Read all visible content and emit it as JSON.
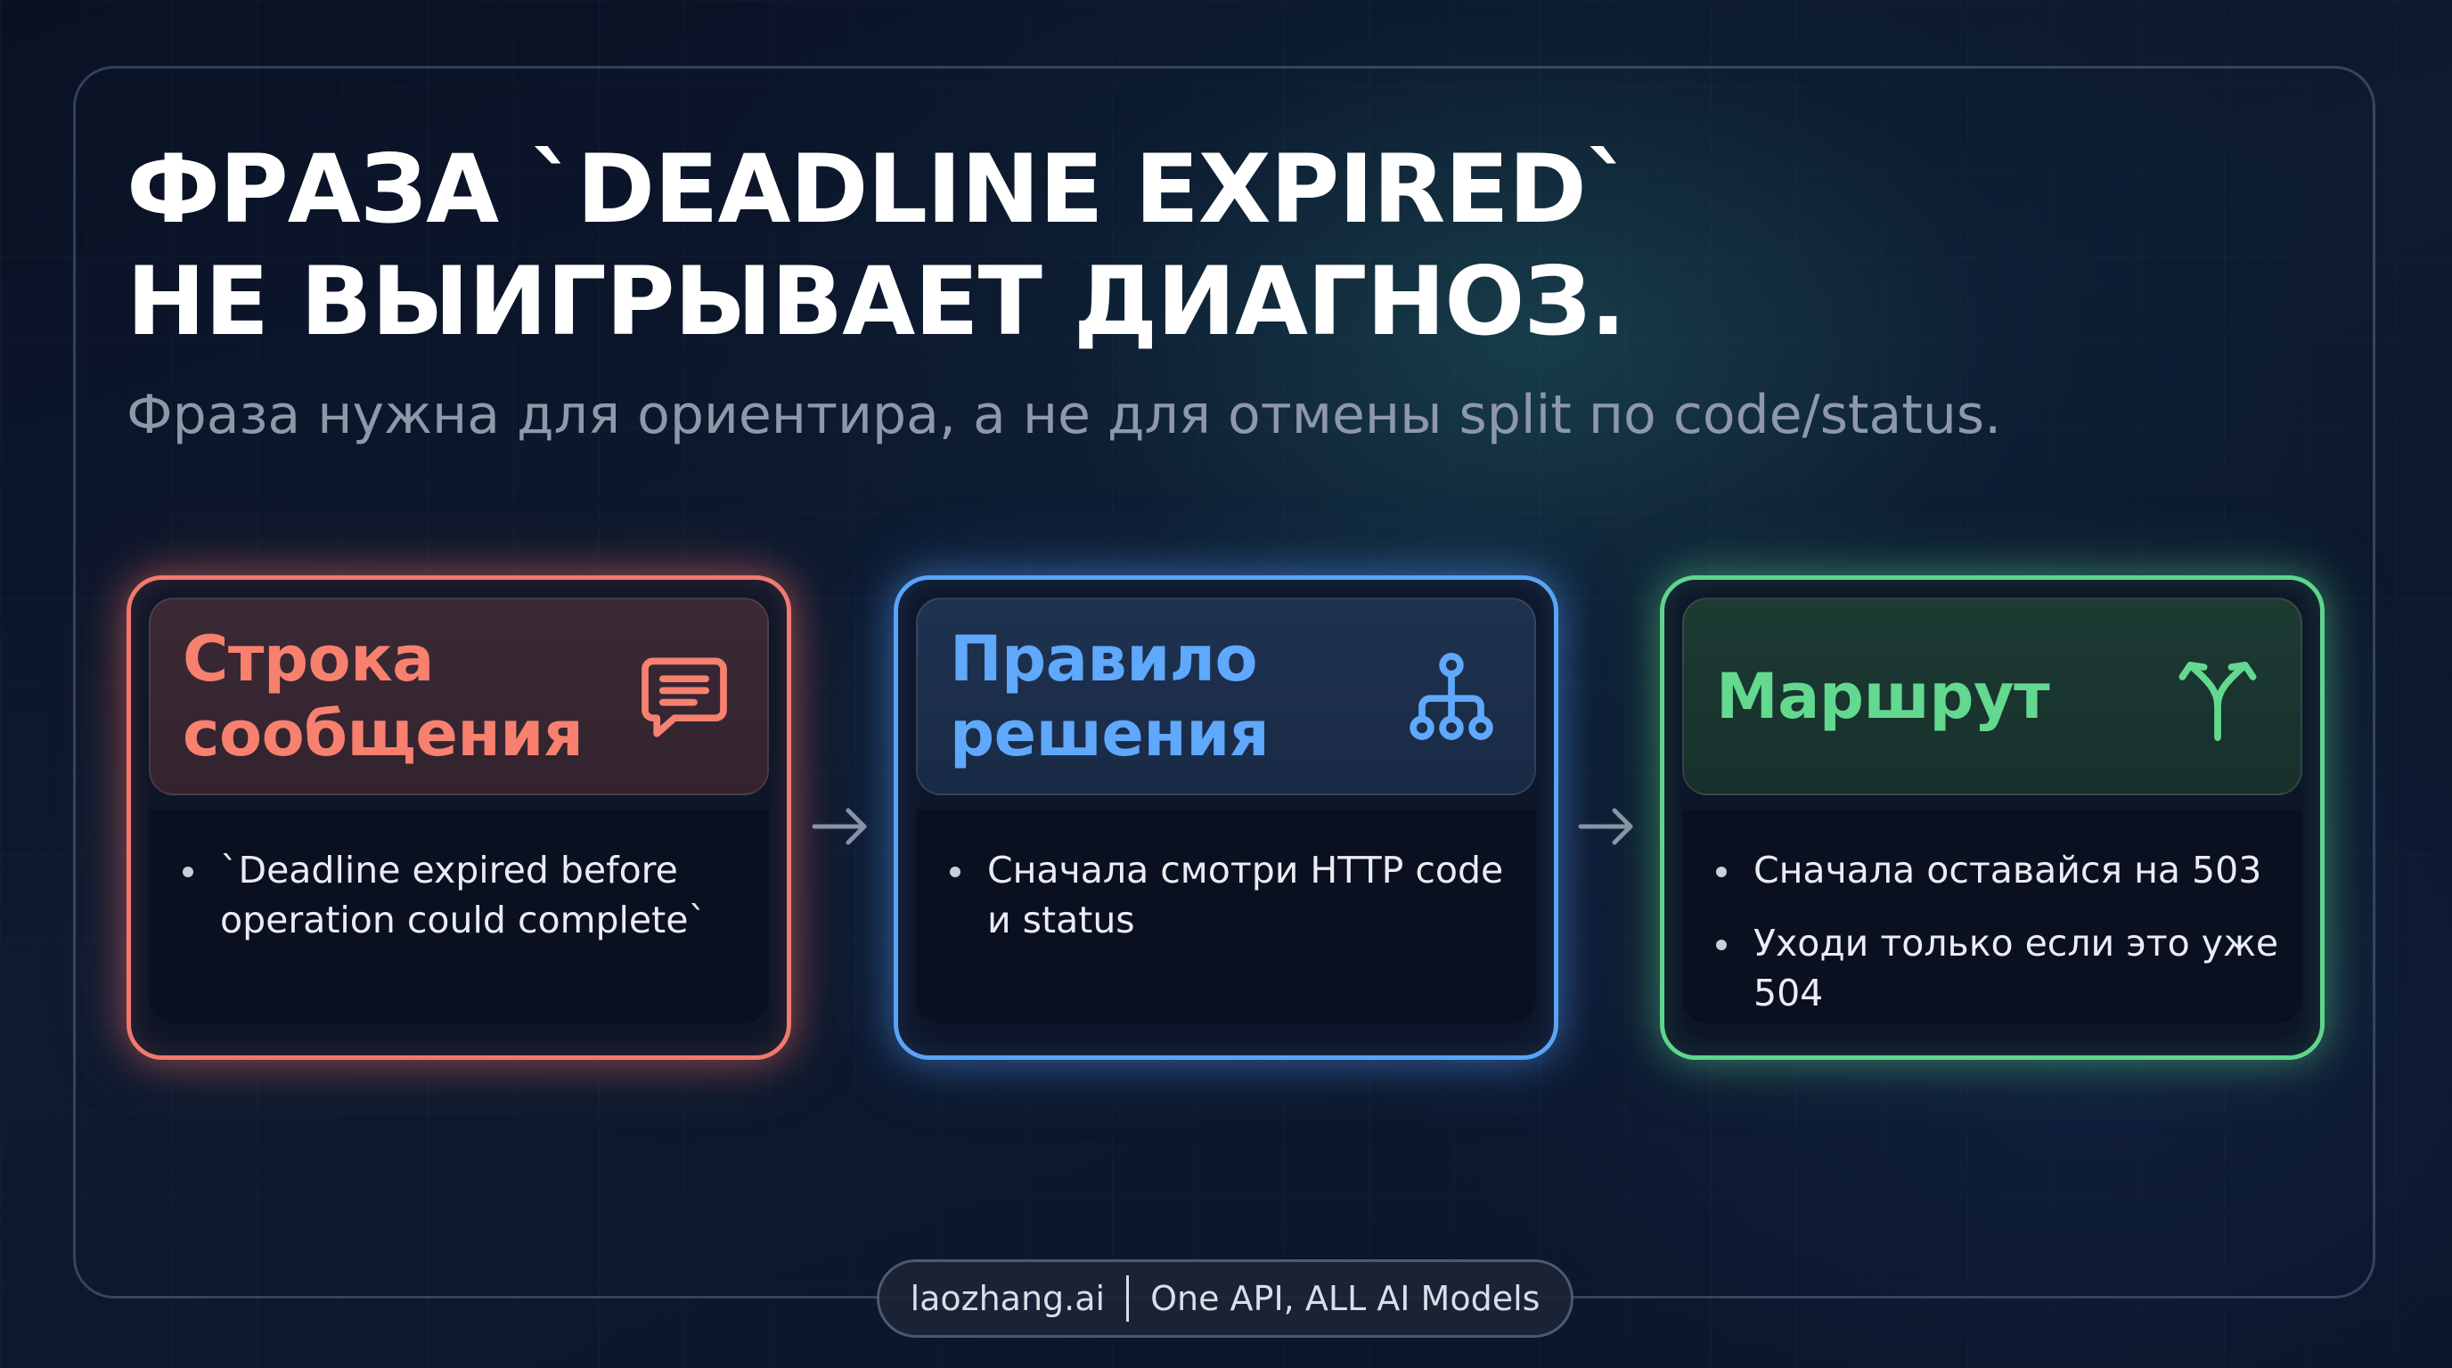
{
  "title": {
    "line1": "ФРАЗА `DEADLINE EXPIRED`",
    "line2": "НЕ ВЫИГРЫВАЕТ ДИАГНОЗ."
  },
  "subtitle": "Фраза нужна для ориентира, а не для отмены split по code/status.",
  "colors": {
    "red": "#f07a6f",
    "blue": "#5aa4f5",
    "green": "#5fd58c",
    "background": "#0b1428"
  },
  "cards": [
    {
      "title": "Строка сообщения",
      "icon": "message-icon",
      "bullets": [
        "`Deadline expired before operation could complete`"
      ]
    },
    {
      "title": "Правило решения",
      "icon": "decision-tree-icon",
      "bullets": [
        "Сначала смотри HTTP code и status"
      ]
    },
    {
      "title": "Маршрут",
      "icon": "route-split-icon",
      "bullets": [
        "Сначала оставайся на 503",
        "Уходи только если это уже 504"
      ]
    }
  ],
  "arrows": [
    "arrow-right-icon",
    "arrow-right-icon"
  ],
  "footer": {
    "brand": "laozhang.ai",
    "tagline": "One API, ALL AI Models"
  }
}
